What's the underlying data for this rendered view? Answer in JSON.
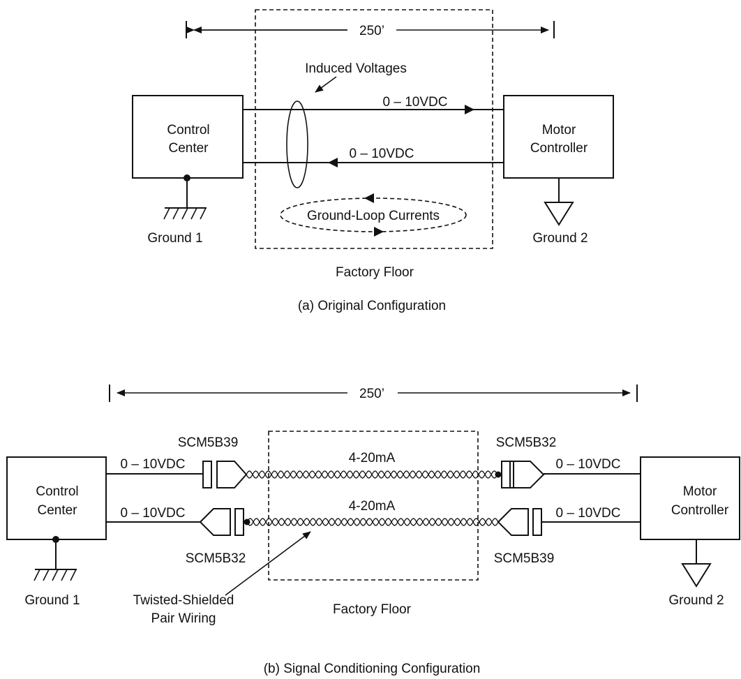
{
  "config_a": {
    "distance": "250’",
    "induced_voltages": "Induced Voltages",
    "signal_top": "0 – 10VDC",
    "signal_bottom": "0 – 10VDC",
    "control_center": [
      "Control",
      "Center"
    ],
    "motor_controller": [
      "Motor",
      "Controller"
    ],
    "ground_loop": "Ground-Loop Currents",
    "ground1": "Ground 1",
    "ground2": "Ground 2",
    "floor": "Factory Floor",
    "caption": "(a) Original Configuration"
  },
  "config_b": {
    "distance": "250’",
    "control_center": [
      "Control",
      "Center"
    ],
    "motor_controller": [
      "Motor",
      "Controller"
    ],
    "left_top_signal": "0 – 10VDC",
    "left_bottom_signal": "0 – 10VDC",
    "right_top_signal": "0 – 10VDC",
    "right_bottom_signal": "0 – 10VDC",
    "module_top_left": "SCM5B39",
    "module_top_right": "SCM5B32",
    "module_bottom_left": "SCM5B32",
    "module_bottom_right": "SCM5B39",
    "current_top": "4-20mA",
    "current_bottom": "4-20mA",
    "twisted_pair": [
      "Twisted-Shielded",
      "Pair Wiring"
    ],
    "ground1": "Ground 1",
    "ground2": "Ground 2",
    "floor": "Factory Floor",
    "caption": "(b) Signal Conditioning Configuration"
  }
}
